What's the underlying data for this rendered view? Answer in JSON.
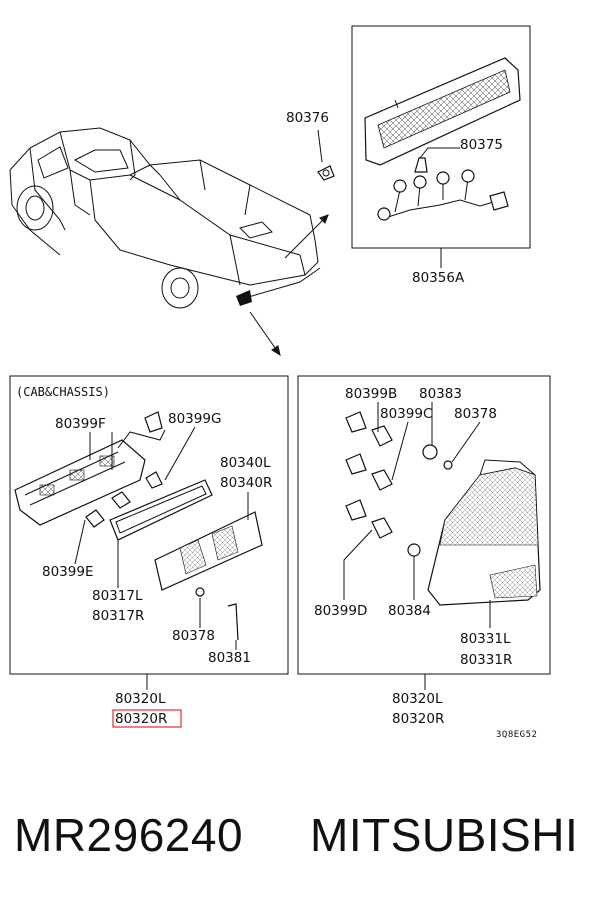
{
  "diagram": {
    "top": {
      "clip_label": "80376",
      "lamp_group_label": "80356A",
      "bulb_label": "80375"
    },
    "left_box": {
      "section_title": "(CAB&CHASSIS)",
      "labels": {
        "a": "80399F",
        "b": "80399G",
        "c": "80340L",
        "d": "80340R",
        "e": "80399E",
        "f": "80317L",
        "g": "80317R",
        "h": "80378",
        "i": "80381"
      },
      "assembly_l": "80320L",
      "assembly_r": "80320R"
    },
    "right_box": {
      "labels": {
        "a": "80399B",
        "b": "80383",
        "c": "80399C",
        "d": "80378",
        "e": "80399D",
        "f": "80384",
        "g": "80331L",
        "h": "80331R"
      },
      "assembly_l": "80320L",
      "assembly_r": "80320R"
    },
    "drawing_code": "3Q8EG52"
  },
  "footer": {
    "part_number": "MR296240",
    "brand": "MITSUBISHI"
  },
  "colors": {
    "highlight_box": "#e0302f",
    "line": "#111111"
  }
}
